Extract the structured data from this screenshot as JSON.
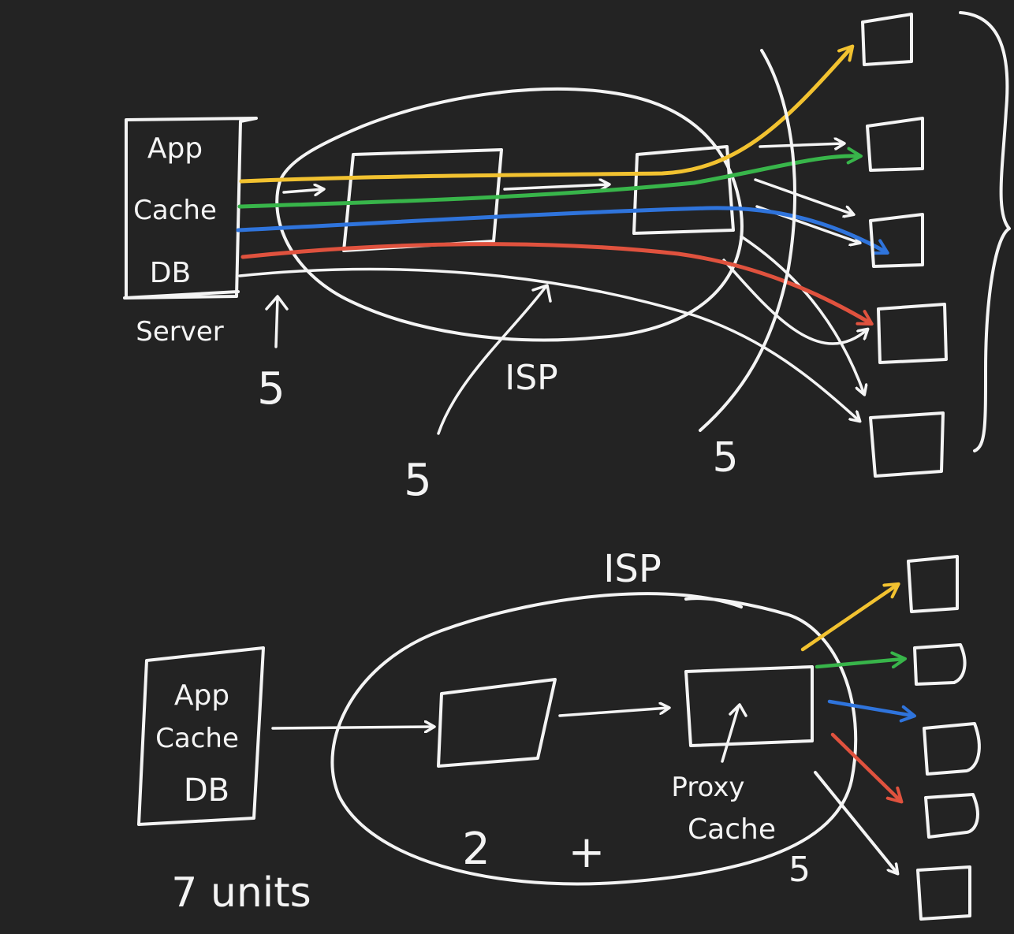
{
  "colors": {
    "background": "#232323",
    "chalk": "#f4f4f4",
    "yellow": "#f2c230",
    "green": "#38b54a",
    "blue": "#2f74dc",
    "red": "#e0523e"
  },
  "top_diagram": {
    "server_box": {
      "labels": [
        "App",
        "Cache",
        "DB"
      ],
      "caption": "Server"
    },
    "network_label": "ISP",
    "hop_costs": [
      "5",
      "5",
      "5"
    ]
  },
  "bottom_diagram": {
    "server_box": {
      "labels": [
        "App",
        "Cache",
        "DB"
      ]
    },
    "network_label": "ISP",
    "proxy_label_lines": [
      "Proxy",
      "Cache"
    ],
    "cost_terms": [
      "2",
      "+",
      "5"
    ],
    "total": "7 units"
  }
}
